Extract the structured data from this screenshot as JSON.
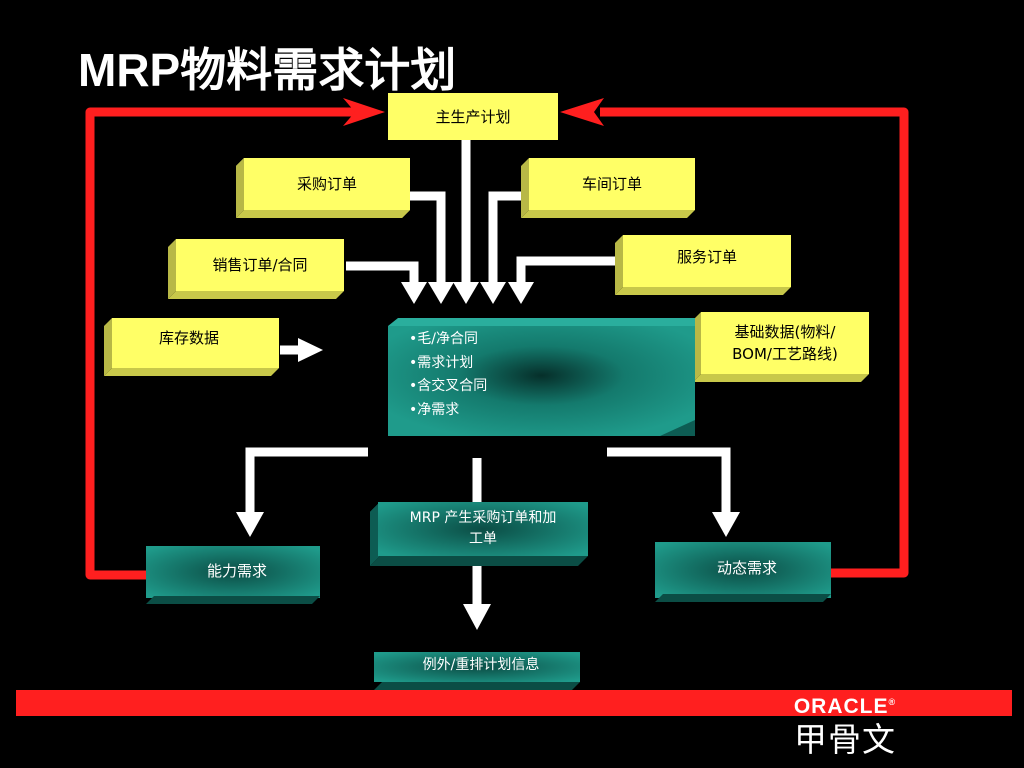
{
  "title": "MRP物料需求计划",
  "nodes": {
    "master_schedule": "主生产计划",
    "purchase_order": "采购订单",
    "shop_order": "车间订单",
    "sales_order": "销售订单/合同",
    "service_order": "服务订单",
    "inventory": "库存数据",
    "basic_data_line1": "基础数据(物料/",
    "basic_data_line2": "BOM/工艺路线)",
    "mrp_output_line1": "MRP 产生采购订单和加",
    "mrp_output_line2": "工单",
    "capacity": "能力需求",
    "dynamic": "动态需求",
    "exception": "例外/重排计划信息"
  },
  "mrp_core": {
    "bullets": [
      "毛/净合同",
      "需求计划",
      "含交叉合同",
      "净需求"
    ]
  },
  "logo": {
    "brand": "ORACLE",
    "chinese": "甲骨文"
  },
  "colors": {
    "background": "#000000",
    "box_yellow": "#ffff66",
    "box_teal": "#1a8a7c",
    "feedback_red": "#ff1f1f",
    "flow_white": "#ffffff"
  }
}
